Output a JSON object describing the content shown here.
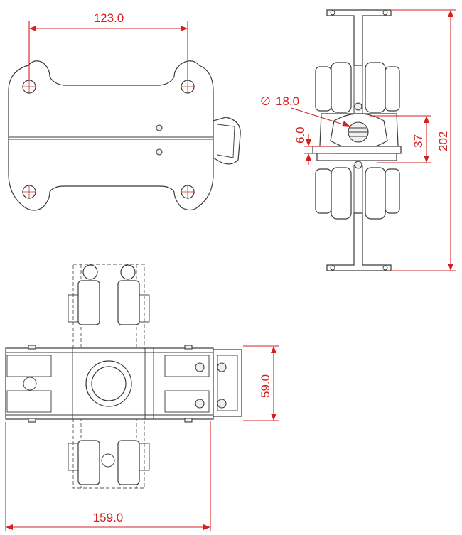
{
  "dimensions": {
    "top_width": "123.0",
    "diameter_symbol": "∅",
    "diameter": "18.0",
    "small_height": "6.0",
    "center_gap": "37",
    "total_height": "202",
    "side_height": "59.0",
    "bottom_width": "159.0"
  },
  "colors": {
    "dimension": "#d62020",
    "outline": "#3a3a3a"
  }
}
